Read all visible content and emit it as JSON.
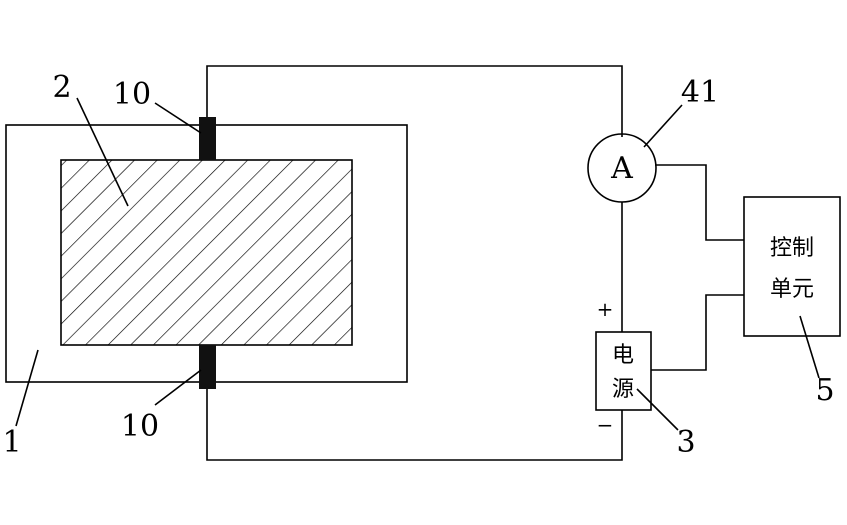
{
  "labels": {
    "n1": "1",
    "n2": "2",
    "n10_top": "10",
    "n10_bottom": "10",
    "n41": "41",
    "n3": "3",
    "n5": "5"
  },
  "ammeter": {
    "symbol": "A"
  },
  "power_source": {
    "line1": "电",
    "line2": "源",
    "plus": "+",
    "minus": "−"
  },
  "control_unit": {
    "line1": "控制",
    "line2": "单元"
  }
}
